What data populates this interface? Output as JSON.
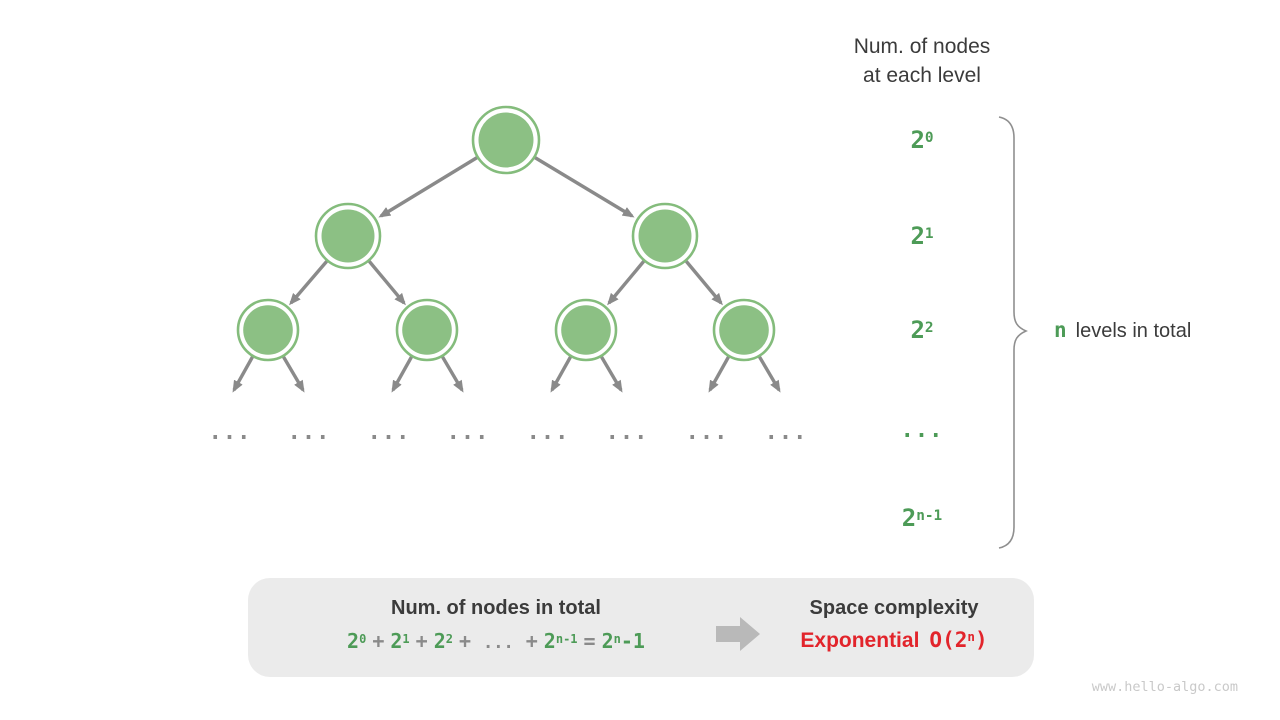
{
  "header": {
    "line1": "Num. of nodes",
    "line2": "at each level"
  },
  "levels": [
    {
      "base": "2",
      "sup": "0"
    },
    {
      "base": "2",
      "sup": "1"
    },
    {
      "base": "2",
      "sup": "2"
    },
    {
      "dots": "..."
    },
    {
      "base": "2",
      "sup": "n-1"
    }
  ],
  "brace_label": {
    "n": "n",
    "text": "levels in total"
  },
  "tree": {
    "ellipsis": [
      "...",
      "...",
      "...",
      "...",
      "...",
      "...",
      "...",
      "..."
    ]
  },
  "summary_box": {
    "left_title": "Num. of nodes in total",
    "formula": {
      "p0": {
        "base": "2",
        "sup": "0"
      },
      "op1": "+",
      "p1": {
        "base": "2",
        "sup": "1"
      },
      "op2": "+",
      "p2": {
        "base": "2",
        "sup": "2"
      },
      "op3": "+",
      "dots": "...",
      "op4": "+",
      "p3": {
        "base": "2",
        "sup": "n-1"
      },
      "eq": "=",
      "result": {
        "base": "2",
        "sup": "n",
        "tail": "-1"
      }
    },
    "right_title": "Space complexity",
    "complexity": {
      "word": "Exponential",
      "big_o": {
        "pre": "O(2",
        "sup": "n",
        "post": ")"
      }
    }
  },
  "watermark": "www.hello-algo.com",
  "colors": {
    "node_fill": "#8cc084",
    "node_ring": "#84bc7c",
    "edge_gray": "#8a8a8a",
    "text_dark": "#3b3b3b",
    "accent_green": "#4d9b57",
    "accent_red": "#e2242b",
    "box_bg": "#ebebeb",
    "block_arrow": "#b9b9b9",
    "brace_gray": "#8f8f8f",
    "watermark_gray": "#c9c9c9"
  }
}
